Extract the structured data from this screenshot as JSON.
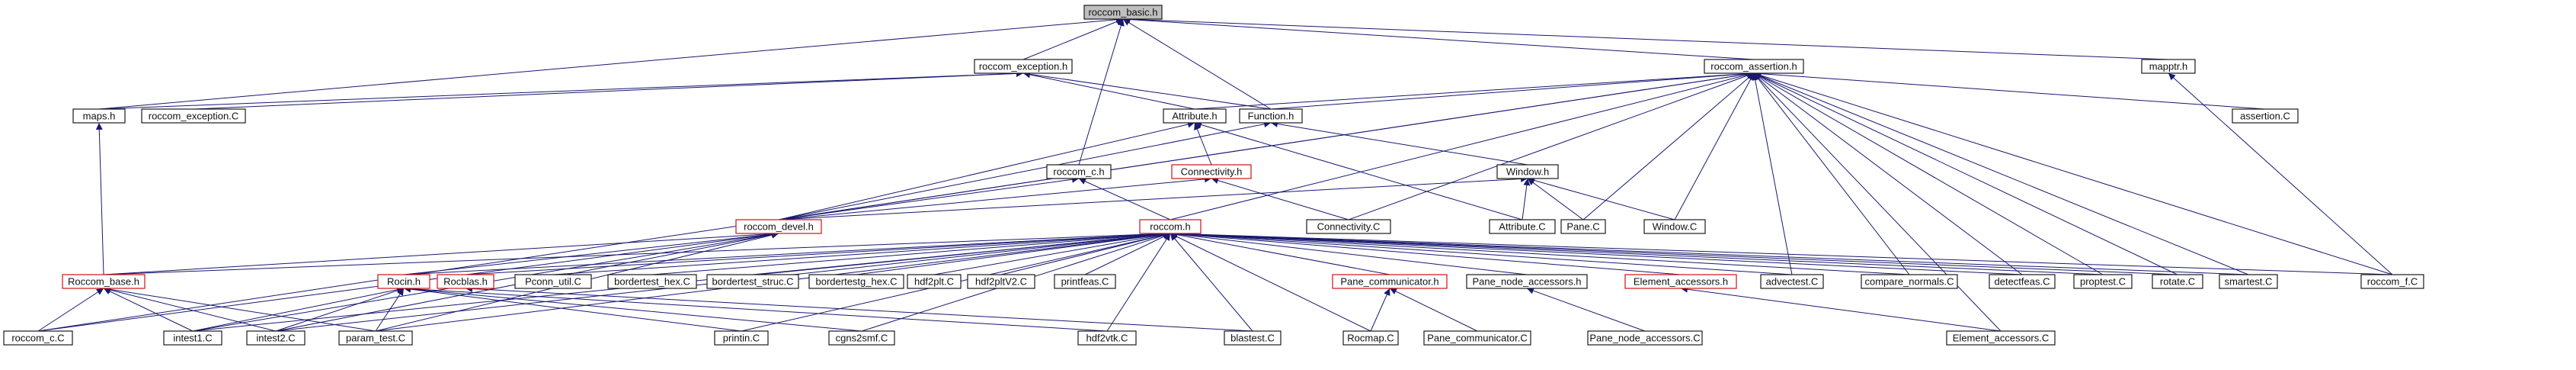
{
  "colors": {
    "edge": "#191970",
    "plain_border": "#1a1a1a",
    "red_border": "#d01010",
    "root_fill": "#bfbfbf",
    "background": "#ffffff"
  },
  "nodes": [
    {
      "id": "roccom_basic_h",
      "label": "roccom_basic.h",
      "style": "root"
    },
    {
      "id": "roccom_exception_h",
      "label": "roccom_exception.h",
      "style": "plain"
    },
    {
      "id": "roccom_assertion_h",
      "label": "roccom_assertion.h",
      "style": "plain"
    },
    {
      "id": "mapptr_h",
      "label": "mapptr.h",
      "style": "plain"
    },
    {
      "id": "maps_h",
      "label": "maps.h",
      "style": "plain"
    },
    {
      "id": "roccom_exception_C",
      "label": "roccom_exception.C",
      "style": "plain"
    },
    {
      "id": "Attribute_h",
      "label": "Attribute.h",
      "style": "plain"
    },
    {
      "id": "Function_h",
      "label": "Function.h",
      "style": "plain"
    },
    {
      "id": "assertion_C",
      "label": "assertion.C",
      "style": "plain"
    },
    {
      "id": "roccom_c_h",
      "label": "roccom_c.h",
      "style": "plain"
    },
    {
      "id": "Connectivity_h",
      "label": "Connectivity.h",
      "style": "red"
    },
    {
      "id": "Window_h",
      "label": "Window.h",
      "style": "plain"
    },
    {
      "id": "roccom_devel_h",
      "label": "roccom_devel.h",
      "style": "red"
    },
    {
      "id": "roccom_h",
      "label": "roccom.h",
      "style": "red"
    },
    {
      "id": "Connectivity_C",
      "label": "Connectivity.C",
      "style": "plain"
    },
    {
      "id": "Attribute_C",
      "label": "Attribute.C",
      "style": "plain"
    },
    {
      "id": "Pane_C",
      "label": "Pane.C",
      "style": "plain"
    },
    {
      "id": "Window_C",
      "label": "Window.C",
      "style": "plain"
    },
    {
      "id": "Roccom_base_h",
      "label": "Roccom_base.h",
      "style": "red"
    },
    {
      "id": "Rocin_h",
      "label": "Rocin.h",
      "style": "red"
    },
    {
      "id": "Rocblas_h",
      "label": "Rocblas.h",
      "style": "red"
    },
    {
      "id": "Pconn_util_C",
      "label": "Pconn_util.C",
      "style": "plain"
    },
    {
      "id": "bordertest_hex_C",
      "label": "bordertest_hex.C",
      "style": "plain"
    },
    {
      "id": "bordertest_struc_C",
      "label": "bordertest_struc.C",
      "style": "plain"
    },
    {
      "id": "bordertestg_hex_C",
      "label": "bordertestg_hex.C",
      "style": "plain"
    },
    {
      "id": "hdf2plt_C",
      "label": "hdf2plt.C",
      "style": "plain"
    },
    {
      "id": "hdf2pltV2_C",
      "label": "hdf2pltV2.C",
      "style": "plain"
    },
    {
      "id": "printfeas_C",
      "label": "printfeas.C",
      "style": "plain"
    },
    {
      "id": "Pane_communicator_h",
      "label": "Pane_communicator.h",
      "style": "red"
    },
    {
      "id": "Pane_node_accessors_h",
      "label": "Pane_node_accessors.h",
      "style": "plain"
    },
    {
      "id": "Element_accessors_h",
      "label": "Element_accessors.h",
      "style": "red"
    },
    {
      "id": "advectest_C",
      "label": "advectest.C",
      "style": "plain"
    },
    {
      "id": "compare_normals_C",
      "label": "compare_normals.C",
      "style": "plain"
    },
    {
      "id": "detectfeas_C",
      "label": "detectfeas.C",
      "style": "plain"
    },
    {
      "id": "proptest_C",
      "label": "proptest.C",
      "style": "plain"
    },
    {
      "id": "rotate_C",
      "label": "rotate.C",
      "style": "plain"
    },
    {
      "id": "smartest_C",
      "label": "smartest.C",
      "style": "plain"
    },
    {
      "id": "roccom_f_C",
      "label": "roccom_f.C",
      "style": "plain"
    },
    {
      "id": "roccom_c_C",
      "label": "roccom_c.C",
      "style": "plain"
    },
    {
      "id": "intest1_C",
      "label": "intest1.C",
      "style": "plain"
    },
    {
      "id": "intest2_C",
      "label": "intest2.C",
      "style": "plain"
    },
    {
      "id": "param_test_C",
      "label": "param_test.C",
      "style": "plain"
    },
    {
      "id": "printin_C",
      "label": "printin.C",
      "style": "plain"
    },
    {
      "id": "cgns2smf_C",
      "label": "cgns2smf.C",
      "style": "plain"
    },
    {
      "id": "hdf2vtk_C",
      "label": "hdf2vtk.C",
      "style": "plain"
    },
    {
      "id": "blastest_C",
      "label": "blastest.C",
      "style": "plain"
    },
    {
      "id": "Rocmap_C",
      "label": "Rocmap.C",
      "style": "plain"
    },
    {
      "id": "Pane_communicator_C",
      "label": "Pane_communicator.C",
      "style": "plain"
    },
    {
      "id": "Pane_node_accessors_C",
      "label": "Pane_node_accessors.C",
      "style": "plain"
    },
    {
      "id": "Element_accessors_C",
      "label": "Element_accessors.C",
      "style": "plain"
    }
  ],
  "edges": [
    [
      "roccom_basic_h",
      "roccom_exception_h"
    ],
    [
      "roccom_basic_h",
      "roccom_assertion_h"
    ],
    [
      "roccom_basic_h",
      "mapptr_h"
    ],
    [
      "roccom_basic_h",
      "maps_h"
    ],
    [
      "roccom_basic_h",
      "roccom_c_h"
    ],
    [
      "roccom_basic_h",
      "Function_h"
    ],
    [
      "roccom_exception_h",
      "maps_h"
    ],
    [
      "roccom_exception_h",
      "roccom_exception_C"
    ],
    [
      "roccom_exception_h",
      "Attribute_h"
    ],
    [
      "roccom_exception_h",
      "Function_h"
    ],
    [
      "roccom_assertion_h",
      "Attribute_h"
    ],
    [
      "roccom_assertion_h",
      "Function_h"
    ],
    [
      "roccom_assertion_h",
      "assertion_C"
    ],
    [
      "roccom_assertion_h",
      "roccom_devel_h"
    ],
    [
      "roccom_assertion_h",
      "roccom_h"
    ],
    [
      "roccom_assertion_h",
      "Connectivity_C"
    ],
    [
      "roccom_assertion_h",
      "Pane_C"
    ],
    [
      "roccom_assertion_h",
      "Window_C"
    ],
    [
      "roccom_assertion_h",
      "advectest_C"
    ],
    [
      "roccom_assertion_h",
      "compare_normals_C"
    ],
    [
      "roccom_assertion_h",
      "detectfeas_C"
    ],
    [
      "roccom_assertion_h",
      "proptest_C"
    ],
    [
      "roccom_assertion_h",
      "rotate_C"
    ],
    [
      "roccom_assertion_h",
      "smartest_C"
    ],
    [
      "roccom_assertion_h",
      "roccom_f_C"
    ],
    [
      "roccom_assertion_h",
      "roccom_c_C"
    ],
    [
      "roccom_assertion_h",
      "Element_accessors_C"
    ],
    [
      "mapptr_h",
      "roccom_f_C"
    ],
    [
      "maps_h",
      "Roccom_base_h"
    ],
    [
      "Attribute_h",
      "Connectivity_h"
    ],
    [
      "Attribute_h",
      "roccom_devel_h"
    ],
    [
      "Attribute_h",
      "Attribute_C"
    ],
    [
      "Function_h",
      "Window_h"
    ],
    [
      "Function_h",
      "roccom_devel_h"
    ],
    [
      "Connectivity_h",
      "roccom_devel_h"
    ],
    [
      "Connectivity_h",
      "Connectivity_C"
    ],
    [
      "Window_h",
      "roccom_devel_h"
    ],
    [
      "Window_h",
      "Attribute_C"
    ],
    [
      "Window_h",
      "Pane_C"
    ],
    [
      "Window_h",
      "Window_C"
    ],
    [
      "roccom_c_h",
      "roccom_devel_h"
    ],
    [
      "roccom_c_h",
      "roccom_h"
    ],
    [
      "roccom_devel_h",
      "Roccom_base_h"
    ],
    [
      "roccom_devel_h",
      "Rocin_h"
    ],
    [
      "roccom_devel_h",
      "intest1_C"
    ],
    [
      "roccom_devel_h",
      "intest2_C"
    ],
    [
      "roccom_devel_h",
      "param_test_C"
    ],
    [
      "roccom_devel_h",
      "roccom_c_C"
    ],
    [
      "roccom_h",
      "Roccom_base_h"
    ],
    [
      "roccom_h",
      "Rocin_h"
    ],
    [
      "roccom_h",
      "Rocblas_h"
    ],
    [
      "roccom_h",
      "Pconn_util_C"
    ],
    [
      "roccom_h",
      "bordertest_hex_C"
    ],
    [
      "roccom_h",
      "bordertest_struc_C"
    ],
    [
      "roccom_h",
      "bordertestg_hex_C"
    ],
    [
      "roccom_h",
      "hdf2plt_C"
    ],
    [
      "roccom_h",
      "hdf2pltV2_C"
    ],
    [
      "roccom_h",
      "printfeas_C"
    ],
    [
      "roccom_h",
      "Pane_communicator_h"
    ],
    [
      "roccom_h",
      "Pane_node_accessors_h"
    ],
    [
      "roccom_h",
      "Element_accessors_h"
    ],
    [
      "roccom_h",
      "advectest_C"
    ],
    [
      "roccom_h",
      "compare_normals_C"
    ],
    [
      "roccom_h",
      "detectfeas_C"
    ],
    [
      "roccom_h",
      "proptest_C"
    ],
    [
      "roccom_h",
      "rotate_C"
    ],
    [
      "roccom_h",
      "smartest_C"
    ],
    [
      "roccom_h",
      "roccom_f_C"
    ],
    [
      "roccom_h",
      "intest1_C"
    ],
    [
      "roccom_h",
      "intest2_C"
    ],
    [
      "roccom_h",
      "param_test_C"
    ],
    [
      "roccom_h",
      "printin_C"
    ],
    [
      "roccom_h",
      "cgns2smf_C"
    ],
    [
      "roccom_h",
      "hdf2vtk_C"
    ],
    [
      "roccom_h",
      "blastest_C"
    ],
    [
      "roccom_h",
      "Rocmap_C"
    ],
    [
      "Roccom_base_h",
      "roccom_c_C"
    ],
    [
      "Roccom_base_h",
      "intest1_C"
    ],
    [
      "Roccom_base_h",
      "intest2_C"
    ],
    [
      "Roccom_base_h",
      "param_test_C"
    ],
    [
      "Rocin_h",
      "intest1_C"
    ],
    [
      "Rocin_h",
      "intest2_C"
    ],
    [
      "Rocin_h",
      "param_test_C"
    ],
    [
      "Rocin_h",
      "printin_C"
    ],
    [
      "Rocin_h",
      "cgns2smf_C"
    ],
    [
      "Rocin_h",
      "hdf2vtk_C"
    ],
    [
      "Rocblas_h",
      "blastest_C"
    ],
    [
      "Pane_communicator_h",
      "Rocmap_C"
    ],
    [
      "Pane_communicator_h",
      "Pane_communicator_C"
    ],
    [
      "Pane_node_accessors_h",
      "Pane_node_accessors_C"
    ],
    [
      "Element_accessors_h",
      "Element_accessors_C"
    ]
  ]
}
